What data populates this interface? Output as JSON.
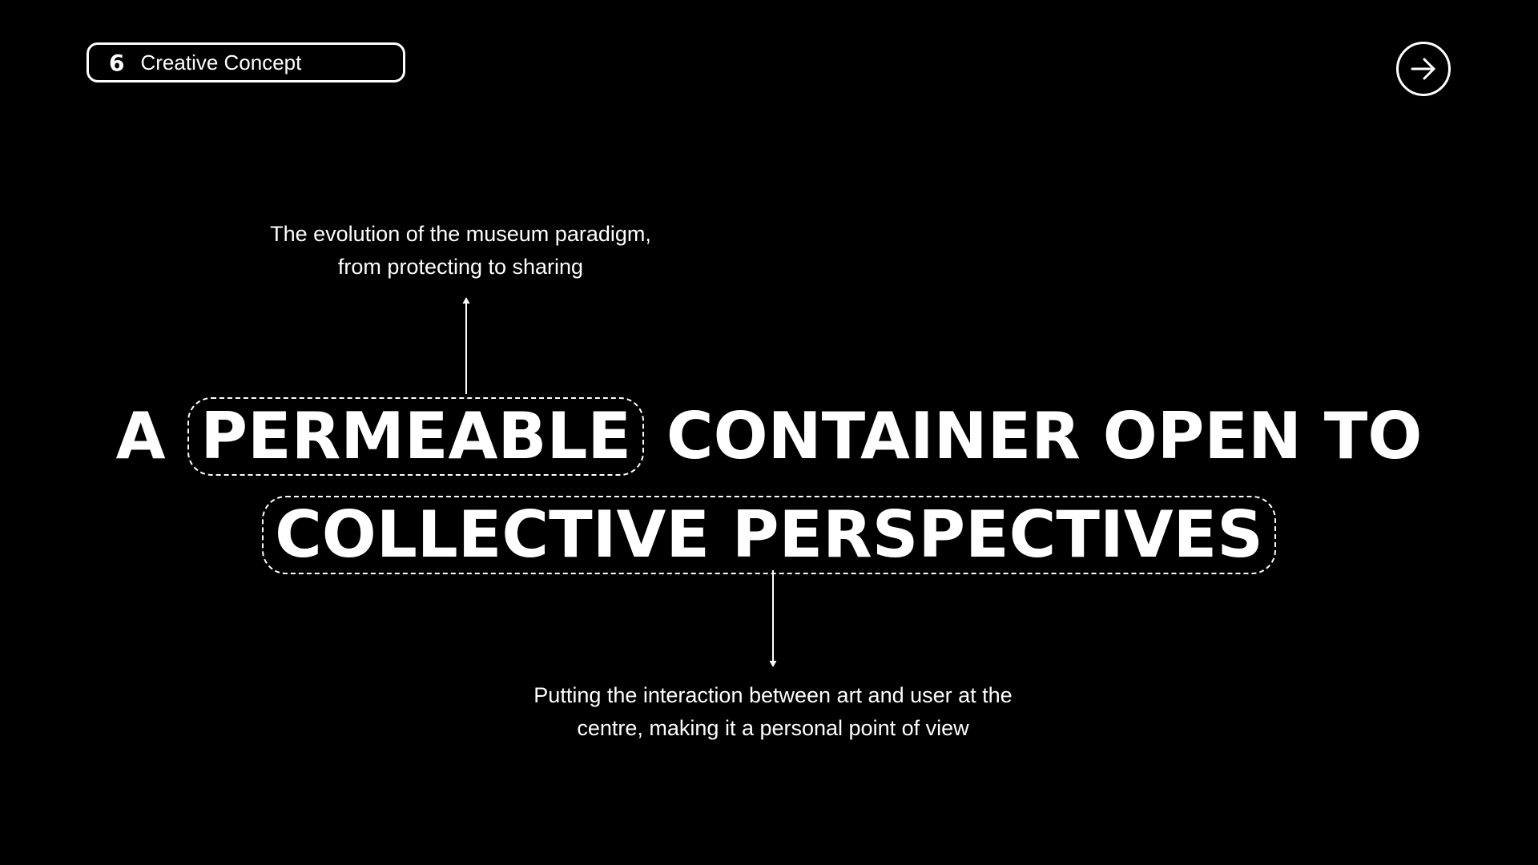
{
  "section": {
    "number": "6",
    "title": "Creative Concept"
  },
  "nav": {
    "next_icon": "arrow-right-icon"
  },
  "annotations": {
    "top": {
      "line1": "The evolution of the museum paradigm,",
      "line2": "from protecting to sharing"
    },
    "bottom": {
      "line1": "Putting the interaction between art and user at the",
      "line2": "centre, making it a personal point of view"
    }
  },
  "headline": {
    "word_a": "A",
    "highlight_1": "PERMEABLE",
    "rest_line1": "CONTAINER OPEN TO",
    "highlight_2": "COLLECTIVE PERSPECTIVES"
  },
  "colors": {
    "background": "#000000",
    "foreground": "#ffffff"
  }
}
